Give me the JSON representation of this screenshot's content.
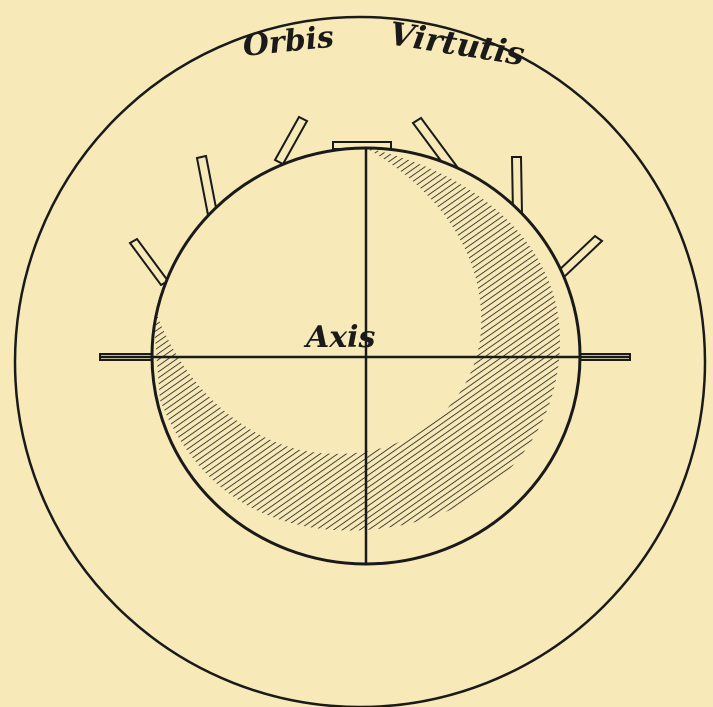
{
  "outer_label_left": "Orbis",
  "outer_label_right": "Virtutis",
  "center_label": "Axis",
  "colors": {
    "paper": "#f7eab8",
    "ink": "#1a1a1a"
  }
}
